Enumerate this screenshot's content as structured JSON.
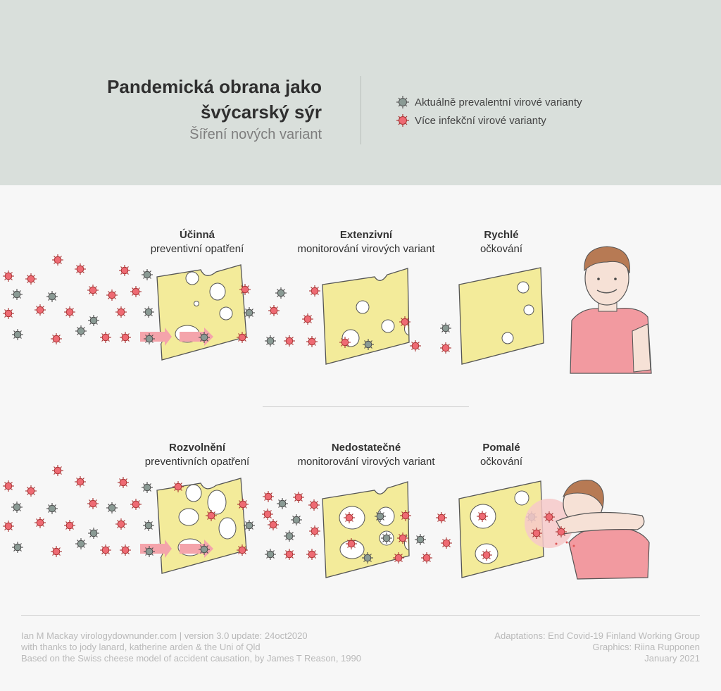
{
  "header": {
    "title_line1": "Pandemická obrana jako",
    "title_line2": "švýcarský sýr",
    "subtitle": "Šíření nových variant"
  },
  "legend": {
    "items": [
      {
        "label": "Aktuálně prevalentní virové varianty",
        "icon": "grey-virus-icon",
        "color": "#8a9a94"
      },
      {
        "label": "Více infekční virové varianty",
        "icon": "red-virus-icon",
        "color": "#ee6a73"
      }
    ]
  },
  "rows": [
    {
      "barriers": [
        {
          "bold": "Účinná",
          "text": "preventivní opatření"
        },
        {
          "bold": "Extenzivní",
          "text": "monitorování virových variant"
        },
        {
          "bold": "Rychlé",
          "text": "očkování"
        }
      ]
    },
    {
      "barriers": [
        {
          "bold": "Rozvolnění",
          "text": "preventivních opatření"
        },
        {
          "bold": "Nedostatečné",
          "text": "monitorování virových variant"
        },
        {
          "bold": "Pomalé",
          "text": "očkování"
        }
      ]
    }
  ],
  "credits": {
    "left": [
      "Ian M Mackay virologydownunder.com | version 3.0 update: 24oct2020",
      "with thanks to jody lanard, katherine arden & the Uni of Qld",
      "Based on the Swiss cheese model of accident causation, by James T Reason, 1990"
    ],
    "right": [
      "Adaptations: End Covid-19 Finland Working Group",
      "Graphics: Riina Rupponen",
      "January 2021"
    ]
  },
  "colors": {
    "header_bg": "#d9dfdb",
    "cheese": "#f3eb9a",
    "virus_red": "#ee6a73",
    "virus_grey": "#8a9a94",
    "shirt": "#f29aa0"
  }
}
